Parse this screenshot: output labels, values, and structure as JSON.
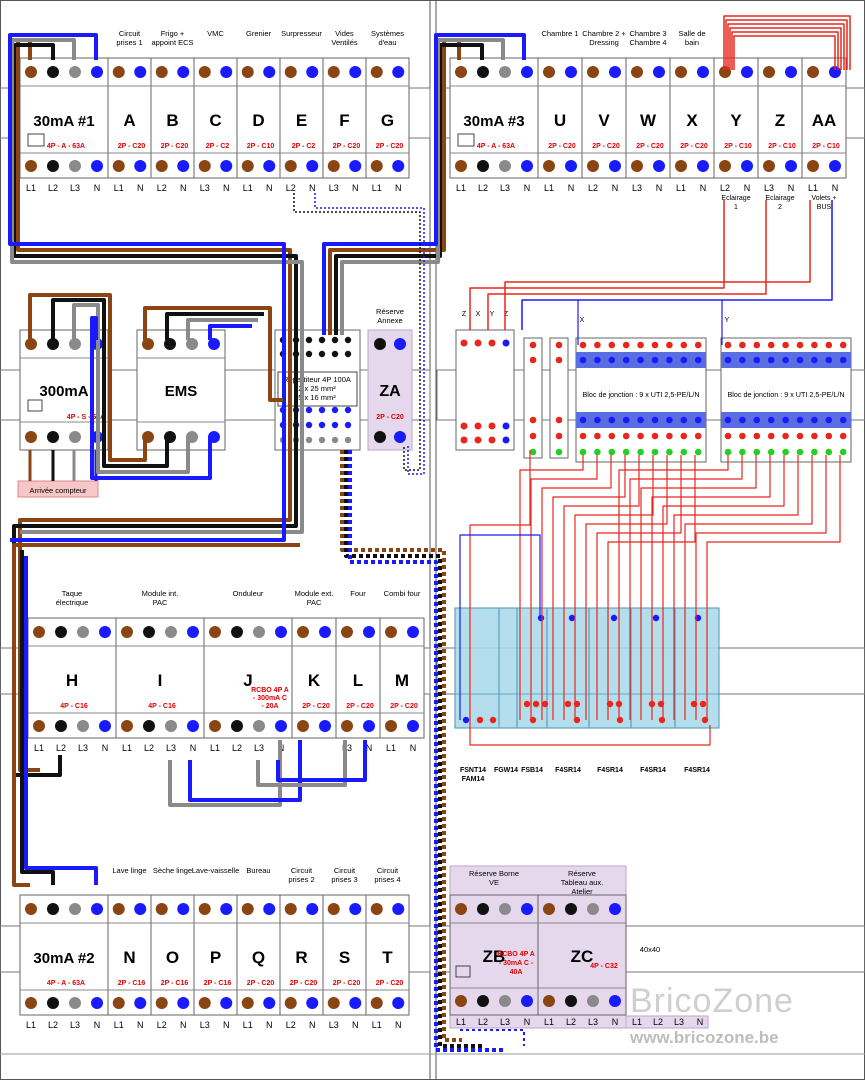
{
  "colors": {
    "brown": "#8b4513",
    "black": "#111111",
    "grey": "#8a8a8a",
    "blue": "#1a1aff",
    "red": "#e8261e",
    "green": "#23d023",
    "label_red": "#e00000",
    "zone_fill": "#e6d8ec",
    "rail_fill": "#a9d9ea",
    "blocks_band": "#5b6ee1"
  },
  "rows": [
    {
      "modules": [
        {
          "code": "30mA #1",
          "rating": "4P - A - 63A",
          "top_label": "",
          "bottom": [
            "L1",
            "L2",
            "L3",
            "N"
          ],
          "rcd": true
        },
        {
          "code": "A",
          "rating": "2P - C20",
          "top_label": "Circuit prises 1",
          "bottom": [
            "L1",
            "N"
          ]
        },
        {
          "code": "B",
          "rating": "2P - C20",
          "top_label": "Frigo + appoint ECS",
          "bottom": [
            "L2",
            "N"
          ]
        },
        {
          "code": "C",
          "rating": "2P - C2",
          "top_label": "VMC",
          "bottom": [
            "L3",
            "N"
          ]
        },
        {
          "code": "D",
          "rating": "2P - C10",
          "top_label": "Grenier",
          "bottom": [
            "L1",
            "N"
          ]
        },
        {
          "code": "E",
          "rating": "2P - C2",
          "top_label": "Surpresseur",
          "bottom": [
            "L2",
            "N"
          ]
        },
        {
          "code": "F",
          "rating": "2P - C20",
          "top_label": "Vides Ventilés",
          "bottom": [
            "L3",
            "N"
          ]
        },
        {
          "code": "G",
          "rating": "2P - C20",
          "top_label": "Systèmes d'eau",
          "bottom": [
            "L1",
            "N"
          ]
        }
      ]
    },
    {
      "modules": [
        {
          "code": "30mA #3",
          "rating": "4P - A - 63A",
          "top_label": "",
          "bottom": [
            "L1",
            "L2",
            "L3",
            "N"
          ],
          "rcd": true
        },
        {
          "code": "U",
          "rating": "2P - C20",
          "top_label": "Chambre 1",
          "bottom": [
            "L1",
            "N"
          ]
        },
        {
          "code": "V",
          "rating": "2P - C20",
          "top_label": "Chambre 2 + Dressing",
          "bottom": [
            "L2",
            "N"
          ]
        },
        {
          "code": "W",
          "rating": "2P - C20",
          "top_label": "Chambre 3 Chambre 4",
          "bottom": [
            "L3",
            "N"
          ]
        },
        {
          "code": "X",
          "rating": "2P - C20",
          "top_label": "Salle de bain",
          "bottom": [
            "L1",
            "N"
          ]
        },
        {
          "code": "Y",
          "rating": "2P - C10",
          "top_label": "",
          "bottom": [
            "L2",
            "N"
          ],
          "below": "Eclairage 1"
        },
        {
          "code": "Z",
          "rating": "2P - C10",
          "top_label": "",
          "bottom": [
            "L3",
            "N"
          ],
          "below": "Eclairage 2"
        },
        {
          "code": "AA",
          "rating": "2P - C10",
          "top_label": "",
          "bottom": [
            "L1",
            "N"
          ],
          "below": "Volets + BUS"
        }
      ]
    },
    {
      "modules": [
        {
          "code": "300mA",
          "rating": "4P - S - 63A"
        },
        {
          "code": "EMS"
        },
        {
          "code": "ZA",
          "rating": "2P - C20",
          "top_label": "Réserve Annexe"
        }
      ],
      "arrival": "Arrivée compteur",
      "repartiteur": [
        "Répartiteur 4P 100A",
        "2 x 25 mm²",
        "5 x 16 mm²"
      ]
    },
    {
      "modules": [
        {
          "code": "H",
          "rating": "4P - C16",
          "top_label": "Taque électrique",
          "bottom": [
            "L1",
            "L2",
            "L3",
            "N"
          ]
        },
        {
          "code": "I",
          "rating": "4P - C16",
          "top_label": "Module int. PAC",
          "bottom": [
            "L1",
            "L2",
            "L3",
            "N"
          ]
        },
        {
          "code": "J",
          "rating": "RCBO 4P A - 300mA C - 20A",
          "top_label": "Onduleur",
          "bottom": [
            "L1",
            "L2",
            "L3",
            "N"
          ]
        },
        {
          "code": "K",
          "rating": "2P - C20",
          "top_label": "Module ext. PAC",
          "bottom": []
        },
        {
          "code": "L",
          "rating": "2P - C20",
          "top_label": "Four",
          "bottom": [
            "L3",
            "N"
          ]
        },
        {
          "code": "M",
          "rating": "2P - C20",
          "top_label": "Combi four",
          "bottom": [
            "L1",
            "N"
          ]
        }
      ]
    },
    {
      "modules": [
        {
          "code": "30mA #2",
          "rating": "4P - A - 63A",
          "bottom": [
            "L1",
            "L2",
            "L3",
            "N"
          ]
        },
        {
          "code": "N",
          "rating": "2P - C16",
          "top_label": "Lave linge",
          "bottom": [
            "L1",
            "N"
          ]
        },
        {
          "code": "O",
          "rating": "2P - C16",
          "top_label": "Sèche linge",
          "bottom": [
            "L2",
            "N"
          ]
        },
        {
          "code": "P",
          "rating": "2P - C16",
          "top_label": "Lave-vaisselle",
          "bottom": [
            "L3",
            "N"
          ]
        },
        {
          "code": "Q",
          "rating": "2P - C20",
          "top_label": "Bureau",
          "bottom": [
            "L1",
            "N"
          ]
        },
        {
          "code": "R",
          "rating": "2P - C20",
          "top_label": "Circuit prises 2",
          "bottom": [
            "L2",
            "N"
          ]
        },
        {
          "code": "S",
          "rating": "2P - C20",
          "top_label": "Circuit prises 3",
          "bottom": [
            "L3",
            "N"
          ]
        },
        {
          "code": "T",
          "rating": "2P - C20",
          "top_label": "Circuit prises 4",
          "bottom": [
            "L1",
            "N"
          ]
        }
      ]
    },
    {
      "modules": [
        {
          "code": "ZB",
          "rating": "RCBO 4P A - 30mA C - 40A",
          "top_label": "Réserve Borne VE",
          "bottom": [
            "L1",
            "L2",
            "L3",
            "N"
          ]
        },
        {
          "code": "ZC",
          "rating": "4P - C32",
          "top_label": "Réserve Tableau aux. Atelier",
          "bottom": [
            "L1",
            "L2",
            "L3",
            "N"
          ]
        }
      ],
      "extra_bottom": [
        "L1",
        "L2",
        "L3",
        "N"
      ],
      "note": "40x40"
    }
  ],
  "blocks": [
    {
      "title": "Bloc de jonction : 9 x UTI 2,5-PE/L/N",
      "marker": "X"
    },
    {
      "title": "Bloc de jonction : 9 x UTI 2,5-PE/L/N",
      "marker": "Y"
    }
  ],
  "zxyz": [
    "Z",
    "X",
    "Y",
    "Z"
  ],
  "relays": [
    "FSNT14 FAM14",
    "FGW14",
    "FSB14",
    "F4SR14",
    "F4SR14",
    "F4SR14",
    "F4SR14"
  ],
  "watermark": {
    "brand": "BricoZone",
    "url": "www.bricozone.be"
  }
}
